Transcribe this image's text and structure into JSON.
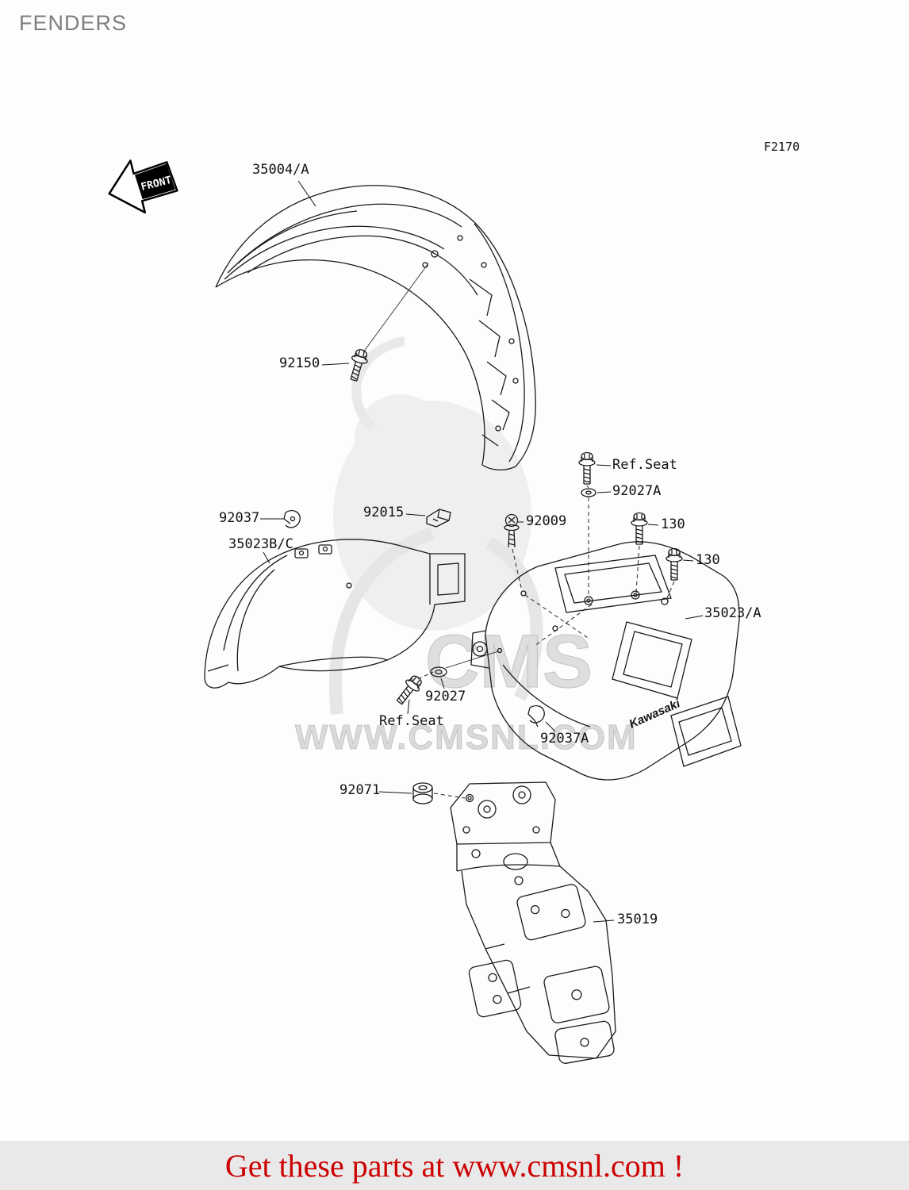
{
  "page": {
    "title": "FENDERS",
    "figure_code": "F2170",
    "front_label": "FRONT",
    "watermark_cms": "CMS",
    "watermark_site": "WWW.CMSNL.COM",
    "footer_cta": "Get these parts at www.cmsnl.com !"
  },
  "colors": {
    "footer_accent_red": "#cc0000",
    "title_gray": "#7e7e7e",
    "line_black": "#1a1a1a",
    "watermark_gray": "#d8d8d8"
  },
  "parts": {
    "p35004": "35004/A",
    "p92150": "92150",
    "p92037": "92037",
    "p92015": "92015",
    "p35023bc": "35023B/C",
    "p92009": "92009",
    "ref_seat_top": "Ref.Seat",
    "p92027a": "92027A",
    "p130a": "130",
    "p130b": "130",
    "p35023a": "35023/A",
    "p92027": "92027",
    "ref_seat_bottom": "Ref.Seat",
    "p92037a": "92037A",
    "p92071": "92071",
    "p35019": "35019",
    "kawasaki_logo": "Kawasaki"
  }
}
